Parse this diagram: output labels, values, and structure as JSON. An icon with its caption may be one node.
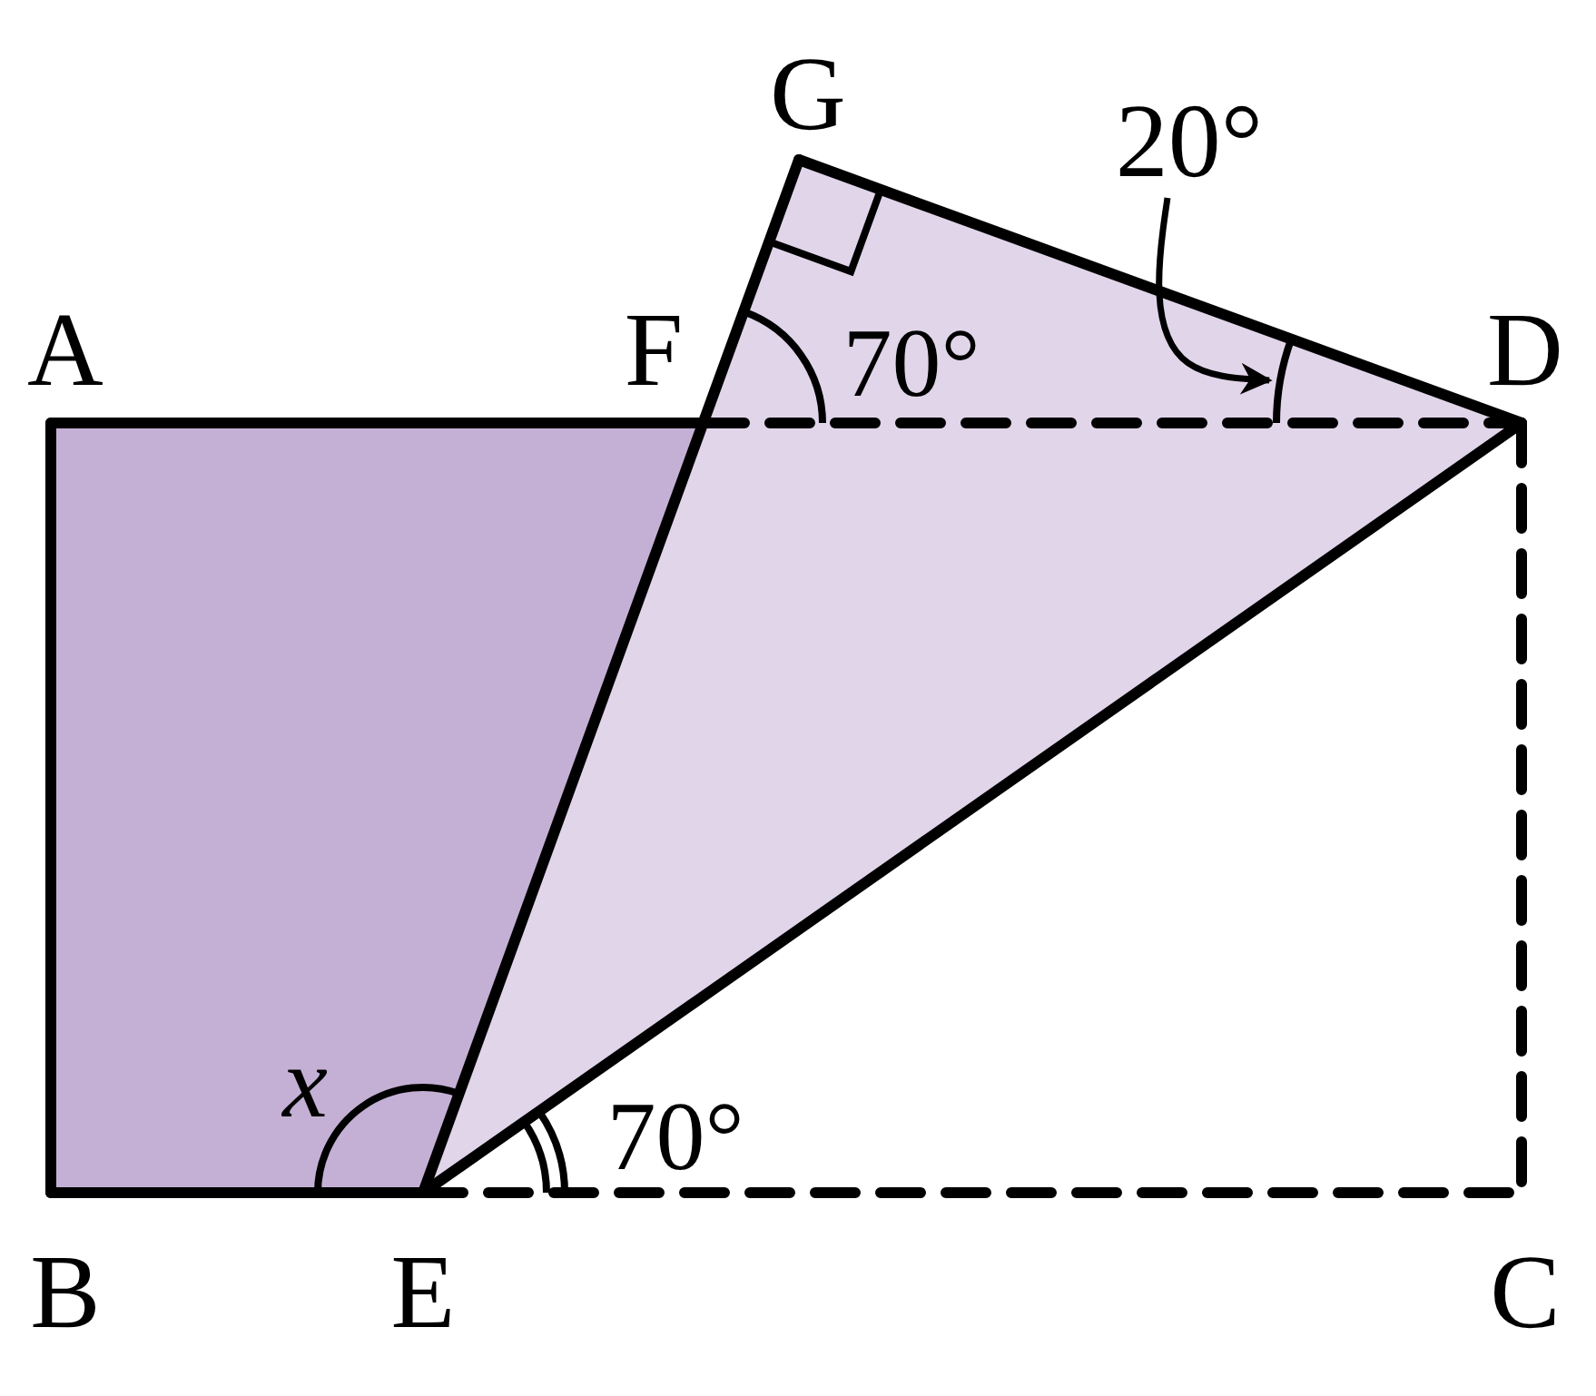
{
  "diagram": {
    "nodes": [
      {
        "text": [
          "20°"
        ]
      },
      {
        "text": [],
        "shape": "arc"
      }
    ],
    "edges": [
      {
        "from": 0,
        "to": 1,
        "arrow": "to"
      }
    ],
    "labels": [
      "G",
      "A",
      "F",
      "70°",
      "D",
      "x",
      "70°",
      "B",
      "E",
      "C"
    ]
  }
}
